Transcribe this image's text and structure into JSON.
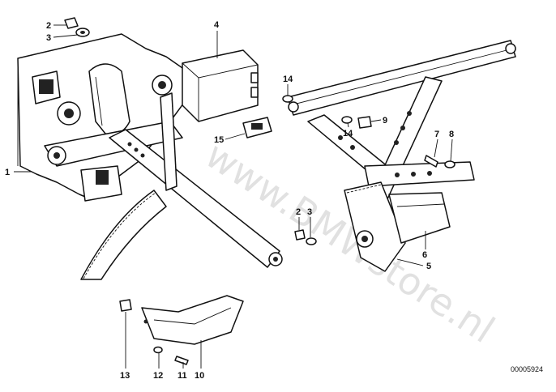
{
  "diagram": {
    "id": "00005924",
    "watermark": "www.BMWstore.nl",
    "callouts": [
      {
        "key": "c1",
        "label": "1"
      },
      {
        "key": "c2a",
        "label": "2"
      },
      {
        "key": "c3a",
        "label": "3"
      },
      {
        "key": "c4",
        "label": "4"
      },
      {
        "key": "c5",
        "label": "5"
      },
      {
        "key": "c6",
        "label": "6"
      },
      {
        "key": "c7",
        "label": "7"
      },
      {
        "key": "c8",
        "label": "8"
      },
      {
        "key": "c9",
        "label": "9"
      },
      {
        "key": "c10",
        "label": "10"
      },
      {
        "key": "c11",
        "label": "11"
      },
      {
        "key": "c12",
        "label": "12"
      },
      {
        "key": "c13",
        "label": "13"
      },
      {
        "key": "c14a",
        "label": "14"
      },
      {
        "key": "c14b",
        "label": "14"
      },
      {
        "key": "c15",
        "label": "15"
      },
      {
        "key": "c2b",
        "label": "2"
      },
      {
        "key": "c3b",
        "label": "3"
      }
    ]
  }
}
